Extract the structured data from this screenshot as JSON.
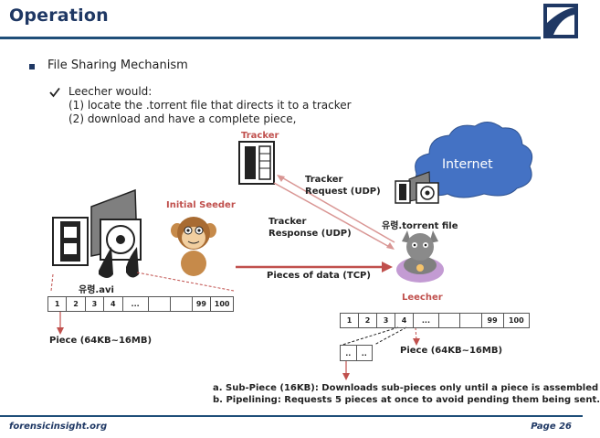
{
  "header": {
    "title": "Operation"
  },
  "bullets": {
    "main": "File Sharing Mechanism",
    "check_title": "Leecher would:",
    "step1": "(1) locate the .torrent file that directs it to a tracker",
    "step2": "(2) download and have a complete piece,"
  },
  "diagram": {
    "tracker_label": "Tracker",
    "internet_label": "Internet",
    "torrent_file_label": "유령.torrent file",
    "initial_seeder_label": "Initial Seeder",
    "avi_label": "유령.avi",
    "leecher_label": "Leecher",
    "tracker_request": [
      "Tracker",
      "Request (UDP)"
    ],
    "tracker_response": [
      "Tracker",
      "Response (UDP)"
    ],
    "pieces_tcp": "Pieces of data (TCP)",
    "pieces_left": [
      "1",
      "2",
      "3",
      "4",
      "...",
      "",
      "",
      "99",
      "100"
    ],
    "pieces_right": [
      "1",
      "2",
      "3",
      "4",
      "...",
      "",
      "",
      "99",
      "100"
    ],
    "sub_pieces": [
      "..",
      ".."
    ],
    "piece_size_left": "Piece (64KB~16MB)",
    "piece_size_right": "Piece (64KB~16MB)"
  },
  "notes": {
    "a": "a. Sub-Piece (16KB): Downloads sub-pieces only until a piece is assembled",
    "b": "b. Pipelining: Requests 5 pieces at once to avoid pending them being sent."
  },
  "footer": {
    "site": "forensicinsight.org",
    "page": "Page 26"
  },
  "colors": {
    "title": "#1f3864",
    "accent_red": "#c0504d",
    "internet_cloud": "#4472c4"
  }
}
